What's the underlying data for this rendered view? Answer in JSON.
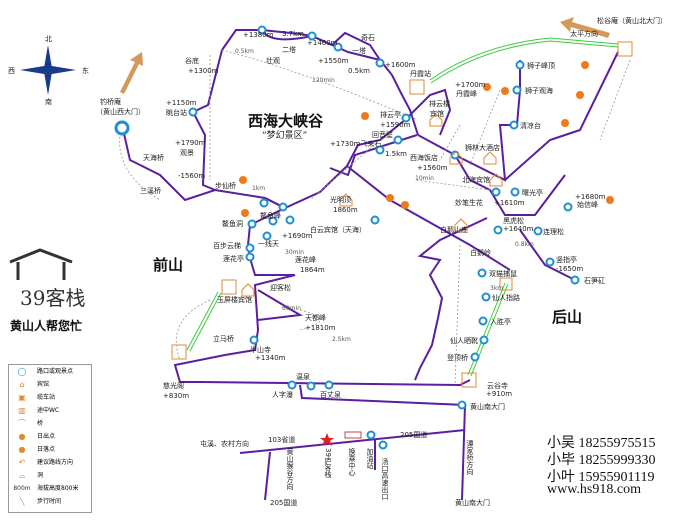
{
  "compass": {
    "north": "北",
    "west": "西",
    "east": "东",
    "south": "南"
  },
  "regions": {
    "title": "西海大峡谷",
    "subtitle": "“梦幻景区”",
    "front": "前山",
    "back": "后山"
  },
  "logo": {
    "brand": "39客栈",
    "slogan": "黄山人帮您忙"
  },
  "labels": [
    "钓桥庵",
    "（黄山西大门）",
    "+1380m",
    "3.7km",
    "二塔",
    "壮观",
    "+1460m",
    "一塔",
    "奇石",
    "+1550m",
    "0.5km",
    "+1600m",
    "丹霞站",
    "谷底",
    "+1300m",
    "+1150m",
    "眺台站",
    "120min",
    "+1790m",
    "观景",
    "天海桥",
    "三溪桥",
    "-1560m",
    "排云亭",
    "+1590m",
    "回音壁",
    "+1730m飞来石",
    "1.5km",
    "排云楼",
    "宾馆",
    "+1700m",
    "丹霞峰",
    "狮子峰顶",
    "狮子观海",
    "清凉台",
    "狮林大酒店",
    "松谷庵（黄山北大门）",
    "太平方向",
    "西海饭店",
    "+1560m",
    "北海宾馆",
    "曙光亭",
    "妙笔生花",
    "+1610m",
    "黑虎松",
    "+1640m",
    "+1680m",
    "始信峰",
    "连理松",
    "竖指亭",
    "-1650m",
    "石笋矼",
    "白鹅山庄",
    "白鹅岭",
    "双猫捕鼠",
    "仙人指路",
    "入胜亭",
    "仙人晒靴",
    "登顶桥",
    "云谷寺",
    "+910m",
    "黄山南大门",
    "光明顶",
    "1860m",
    "步仙桥",
    "白云宾馆（天海）",
    "+1690m",
    "鳌鱼峰",
    "鳌鱼洞",
    "百步云梯",
    "一线天",
    "莲花亭",
    "莲花峰",
    "1864m",
    "迎客松",
    "玉屏楼宾馆",
    "天都峰",
    "+1810m",
    "立马桥",
    "半山寺",
    "+1340m",
    "慈光阁",
    "+830m",
    "人字瀑",
    "温泉",
    "百丈泉",
    "103省道",
    "屯溪、农村方向",
    "205国道",
    "205国道",
    "黄山南大门",
    "1km",
    "0.5km",
    "60min",
    "30min",
    "10min",
    "2.5km",
    "3km",
    "0.8km"
  ],
  "bottom_vertical": [
    "黄山猴谷方向",
    "39庐客栈",
    "换乘中心",
    "加油站",
    "汤口高速出口",
    "谭家桥方向"
  ],
  "legend": {
    "items": [
      "路口或观景点",
      "宾馆",
      "缆车站",
      "途中WC",
      "桥",
      "日出点",
      "日落点",
      "建议路线方向",
      "洞",
      "海拔高度800米",
      "步行时间"
    ],
    "altitude_sample": "800m"
  },
  "contacts": [
    {
      "name": "小吴",
      "phone": "18255975515"
    },
    {
      "name": "小毕",
      "phone": "18255999330"
    },
    {
      "name": "小叶",
      "phone": "15955901119"
    }
  ],
  "website": "www.hs918.com",
  "colors": {
    "road": "#5a1f9e",
    "node": "#1e90d0",
    "accent": "#e08a30",
    "cable": "#3ccc3c"
  }
}
